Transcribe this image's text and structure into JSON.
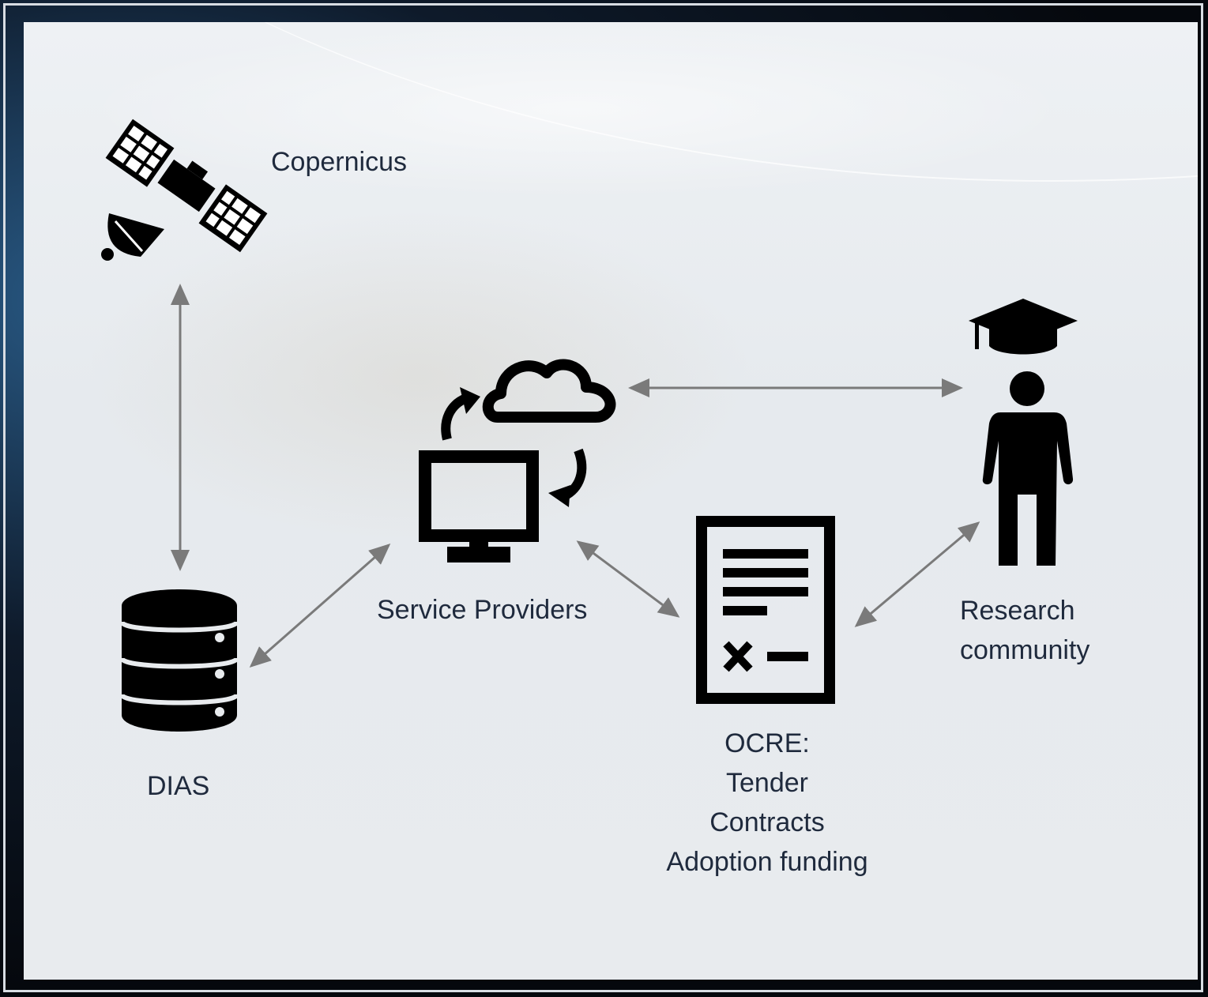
{
  "nodes": {
    "copernicus": {
      "label": "Copernicus"
    },
    "dias": {
      "label": "DIAS"
    },
    "service_providers": {
      "label": "Service Providers"
    },
    "ocre": {
      "lines": [
        "OCRE:",
        "Tender",
        "Contracts",
        "Adoption funding"
      ]
    },
    "research_community": {
      "lines": [
        "Research",
        "community"
      ]
    }
  },
  "icons": {
    "copernicus": "satellite-icon",
    "dias": "database-icon",
    "service_providers": "cloud-computer-sync-icon",
    "ocre": "contract-document-icon",
    "research_community": "graduate-person-icon"
  },
  "colors": {
    "icon": "#000000",
    "arrow": "#7a7a7a",
    "text": "#1f2a3d"
  }
}
